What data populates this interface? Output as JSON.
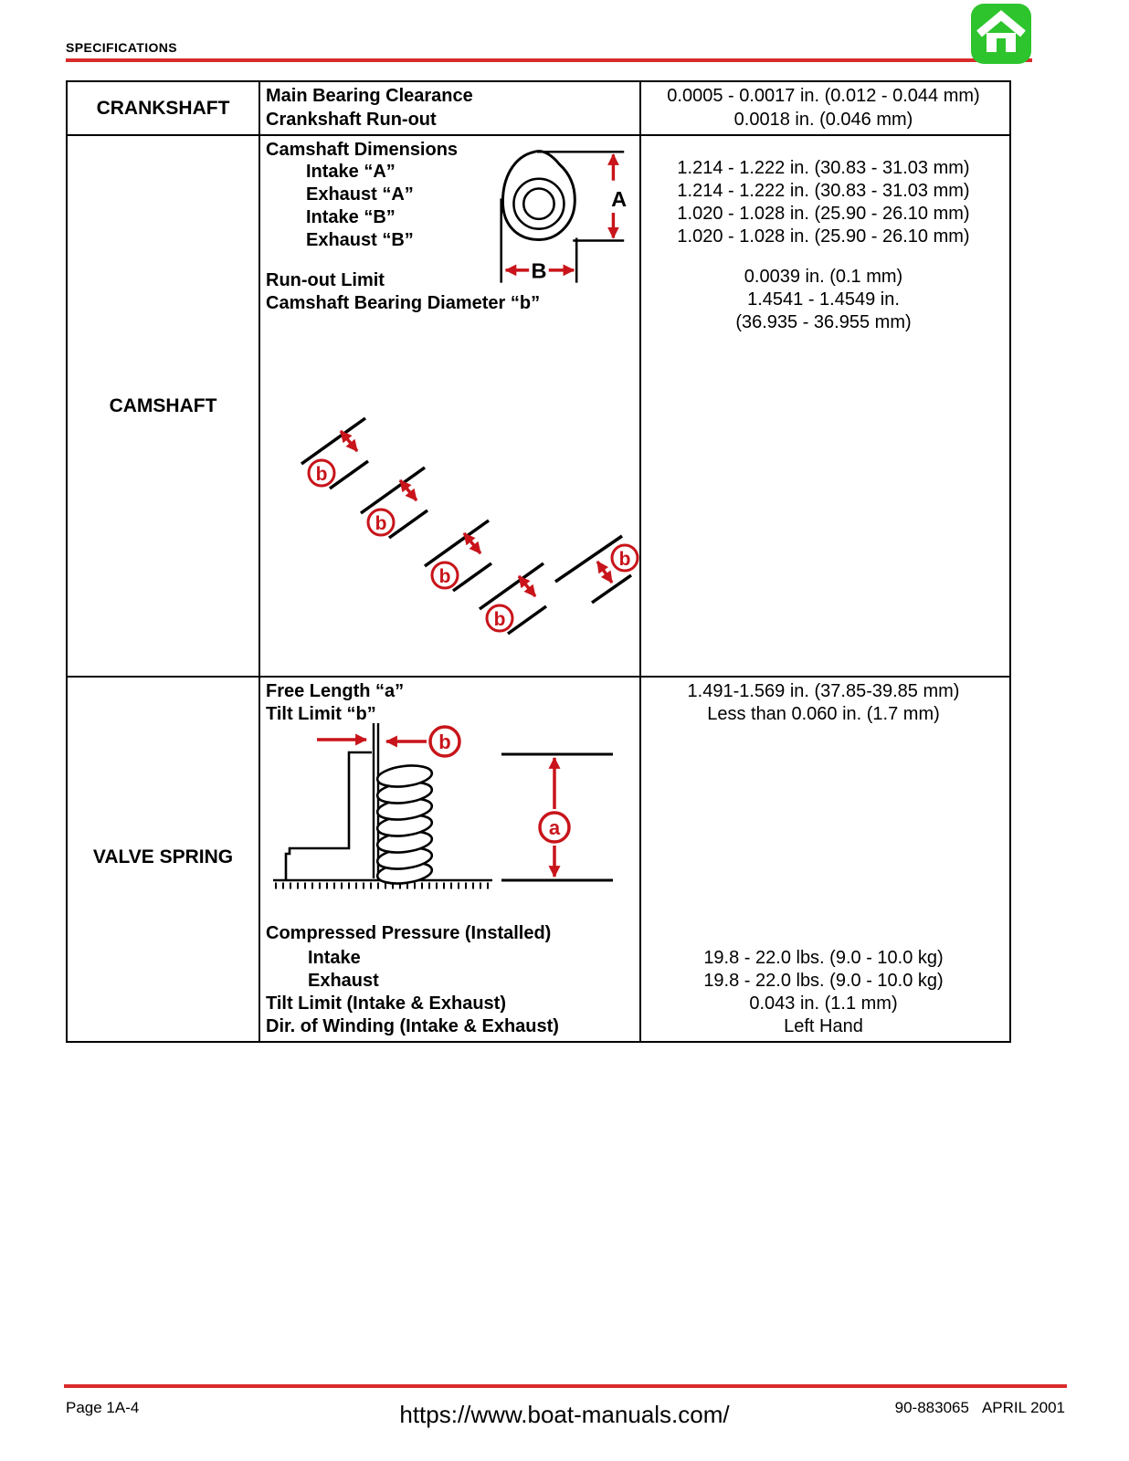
{
  "header": {
    "title": "SPECIFICATIONS"
  },
  "crankshaft": {
    "category": "CRANKSHAFT",
    "labels": [
      "Main Bearing Clearance",
      "Crankshaft Run-out"
    ],
    "values": [
      "0.0005 - 0.0017 in. (0.012 - 0.044 mm)",
      "0.0018 in. (0.046 mm)"
    ]
  },
  "camshaft": {
    "category": "CAMSHAFT",
    "heading": "Camshaft Dimensions",
    "sub_labels": [
      "Intake “A”",
      "Exhaust “A”",
      "Intake “B”",
      "Exhaust “B”"
    ],
    "sub_values": [
      "1.214 - 1.222 in. (30.83 - 31.03 mm)",
      "1.214 - 1.222 in. (30.83 - 31.03 mm)",
      "1.020 - 1.028 in. (25.90 - 26.10 mm)",
      "1.020 - 1.028 in. (25.90 - 26.10 mm)"
    ],
    "labels2": [
      "Run-out Limit",
      "Camshaft Bearing Diameter “b”"
    ],
    "values2": [
      "0.0039 in. (0.1 mm)",
      "1.4541 - 1.4549 in.",
      "(36.935 - 36.955 mm)"
    ],
    "diagram": {
      "dim_a": "A",
      "dim_b": "B",
      "journal_label": "b"
    }
  },
  "valve_spring": {
    "category": "VALVE SPRING",
    "top_labels": [
      "Free Length “a”",
      "Tilt Limit “b”"
    ],
    "top_values": [
      "1.491-1.569 in. (37.85-39.85 mm)",
      "Less than 0.060 in. (1.7 mm)"
    ],
    "heading2": "Compressed Pressure (Installed)",
    "sub_labels2": [
      "Intake",
      "Exhaust"
    ],
    "labels3": [
      "Tilt Limit (Intake & Exhaust)",
      "Dir. of Winding (Intake & Exhaust)"
    ],
    "values3": [
      "19.8 - 22.0 lbs. (9.0 - 10.0 kg)",
      "19.8 - 22.0 lbs. (9.0 - 10.0 kg)",
      "0.043 in. (1.1 mm)",
      "Left Hand"
    ],
    "diagram": {
      "dim_a": "a",
      "dim_b": "b"
    }
  },
  "footer": {
    "page": "Page 1A-4",
    "url": "https://www.boat-manuals.com/",
    "doc_number": "90-883065",
    "date": "APRIL 2001"
  },
  "colors": {
    "accent_red": "#c8141a",
    "rule_red": "#d92b2b",
    "home_green": "#2ec42e"
  }
}
